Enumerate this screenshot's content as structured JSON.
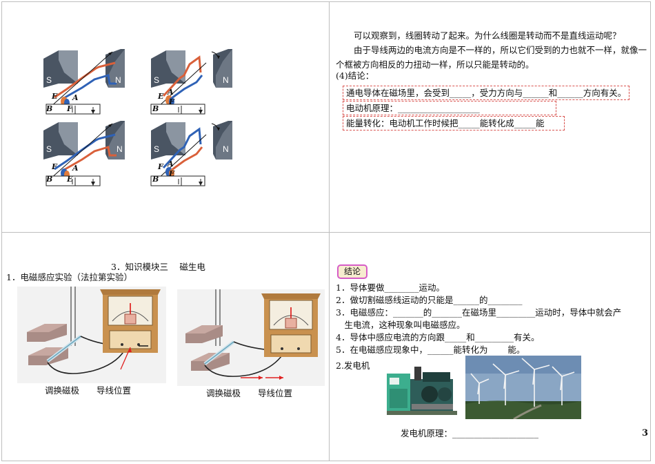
{
  "colors": {
    "border": "#bdbdbd",
    "dash_red": "#d9534f",
    "tag_border": "#d65cc7",
    "tag_bg": "#f7edcf",
    "magnet": "#4a5563",
    "coil_red": "#d9603a",
    "coil_blue": "#2f62b6",
    "arrow_red": "#e02020"
  },
  "top_left": {
    "magnet_labels": [
      {
        "s": "S",
        "n": "N"
      },
      {
        "s": "S",
        "n": "N"
      },
      {
        "s": "S",
        "n": "N"
      },
      {
        "s": "S",
        "n": "N"
      }
    ],
    "coil_labels": [
      {
        "a": "E",
        "b": "A",
        "c": "B",
        "d": "F"
      },
      {
        "a": "E",
        "b": "A",
        "c": "B",
        "d": "F"
      },
      {
        "a": "F",
        "b": "A",
        "c": "B",
        "d": "E"
      },
      {
        "a": "F",
        "b": "A",
        "c": "B",
        "d": "E"
      }
    ]
  },
  "top_right": {
    "para1": "可以观察到，线圈转动了起来。为什么线圈是转动而不是直线运动呢？",
    "para2": "由于导线两边的电流方向是不一样的，所以它们受到的力也就不一样，就像一个框被方向相反的力扭动一样，所以只能是转动的。",
    "conclusion_head": "(4)结论：",
    "box1": "通电导体在磁场里，会受到_____，受力方向与______和______方向有关。",
    "box2": "电动机原理：___________________",
    "box3": "能量转化：电动机工作时候把_____能转化成_____能"
  },
  "bottom_left": {
    "module_title": "3．知识模块三　 磁生电",
    "exp_title": "1．电磁感应实验（法拉第实验）",
    "caption_left": "调换磁极　　导线位置",
    "caption_right": "调换磁极　　导线位置"
  },
  "bottom_right": {
    "tag": "结论",
    "items": [
      "1．导体要做________运动。",
      "2．做切割磁感线运动的只能是______的________",
      "3．电磁感应：_______的_______在磁场里_________运动时，导体中就会产",
      "　生电流，这种现象叫电磁感应。",
      "4．导体中感应电流的方向跟_____和_________有关。",
      "5．在电磁感应现象中，______能转化为　　 能。"
    ],
    "generator_head": "2.发电机",
    "generator_principle": "发电机原理：____________________",
    "page_number": "3"
  }
}
